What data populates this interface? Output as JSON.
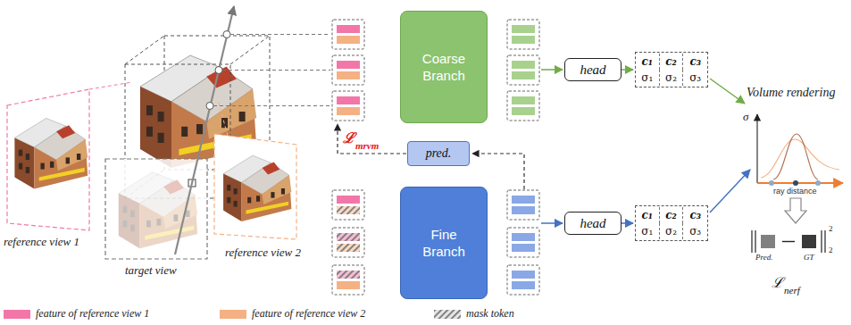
{
  "diagram": {
    "nodes": [
      {
        "text": [
          "Coarse Branch"
        ]
      },
      {
        "text": [
          "head"
        ]
      },
      {
        "text": [
          "c₁",
          "c₂",
          "c₃",
          "σ₁",
          "σ₂",
          "σ₃"
        ]
      },
      {
        "text": [
          "pred."
        ]
      },
      {
        "text": [
          "Fine Branch"
        ]
      },
      {
        "text": [
          "head"
        ]
      },
      {
        "text": [
          "c₁",
          "c₂",
          "c₃",
          "σ₁",
          "σ₂",
          "σ₃"
        ]
      }
    ],
    "edges": [
      {
        "from": 1,
        "to": 2,
        "arrow": "to"
      },
      {
        "from": 5,
        "to": 6,
        "arrow": "to"
      }
    ],
    "labels": [
      "reference view 1",
      "reference view 2",
      "target view",
      "ℒ",
      "mrvm",
      "Volume rendering",
      "σ",
      "ray distance",
      "2",
      "2",
      "Pred.",
      "GT",
      "ℒ",
      "nerf"
    ],
    "legend": [
      {
        "text": "feature of reference view 1",
        "color": "#f277a8"
      },
      {
        "text": "feature of reference view 2",
        "color": "#f4b183"
      },
      {
        "text": "mask token"
      }
    ]
  }
}
